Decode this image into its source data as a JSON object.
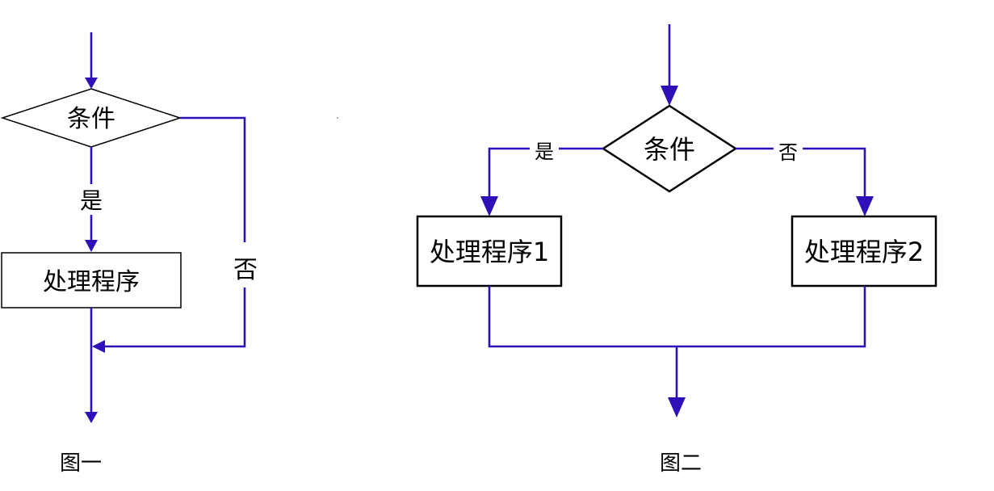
{
  "colors": {
    "flow_line": "#2e0fb8",
    "shape_border": "#000000",
    "background": "#ffffff"
  },
  "figure1": {
    "condition": "条件",
    "yes_label": "是",
    "no_label": "否",
    "process": "处理程序",
    "caption": "图一"
  },
  "figure2": {
    "condition": "条件",
    "yes_label": "是",
    "no_label": "否",
    "process1": "处理程序1",
    "process2": "处理程序2",
    "caption": "图二"
  }
}
